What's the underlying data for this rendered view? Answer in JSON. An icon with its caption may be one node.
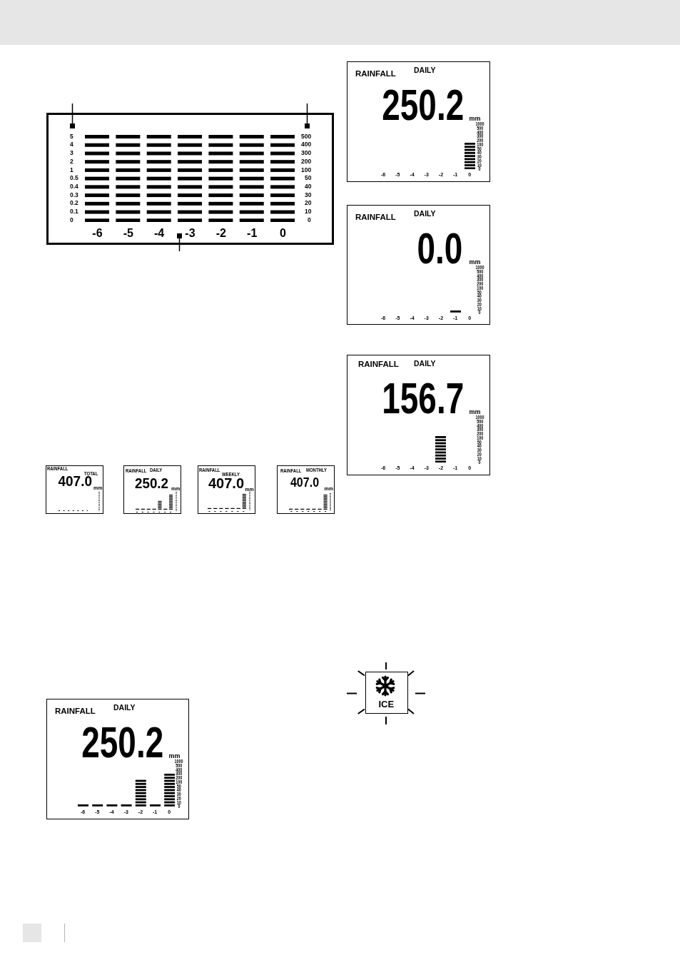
{
  "diagram": {
    "nodes": [
      {
        "text": [
          "5",
          "4",
          "3",
          "2",
          "1",
          "0.5",
          "0.4",
          "0.3",
          "0.2",
          "0.1",
          "0",
          "500",
          "400",
          "300",
          "200",
          "100",
          "50",
          "40",
          "30",
          "20",
          "10",
          "0",
          "-6",
          "-5",
          "-4",
          "-3",
          "-2",
          "-1",
          "0"
        ]
      },
      {
        "text": [],
        "shape": "box",
        "in": 0
      },
      {
        "text": [],
        "shape": "box",
        "in": 0
      },
      {
        "text": [],
        "shape": "box",
        "in": 0
      },
      {
        "text": [
          "RAINFALL",
          "TOTAL",
          "407.0",
          "mm"
        ]
      },
      {
        "text": [
          "RAINFALL",
          "DAILY",
          "250.2",
          "mm"
        ]
      },
      {
        "text": [
          "RAINFALL",
          "WEEKLY",
          "407.0",
          "mm"
        ]
      },
      {
        "text": [
          "RAINFALL",
          "MONTHLY",
          "407.0",
          "mm"
        ]
      },
      {
        "text": [
          "RAINFALL",
          "DAILY",
          "250.2",
          "mm",
          "1000",
          "500",
          "400",
          "300",
          "200",
          "100",
          "50",
          "40",
          "30",
          "20",
          "10",
          "0",
          "-6",
          "-5",
          "-4",
          "-3",
          "-2",
          "-1",
          "0"
        ]
      },
      {
        "text": [
          "RAINFALL",
          "DAILY",
          "250.2",
          "mm",
          "1000",
          "500",
          "400",
          "300",
          "200",
          "100",
          "50",
          "40",
          "30",
          "20",
          "10",
          "0",
          "-6",
          "-5",
          "-4",
          "-3",
          "-2",
          "-1",
          "0"
        ]
      },
      {
        "text": [
          "RAINFALL",
          "DAILY",
          "0.0",
          "mm",
          "1000",
          "500",
          "400",
          "300",
          "200",
          "100",
          "50",
          "40",
          "30",
          "20",
          "10",
          "0",
          "-6",
          "-5",
          "-4",
          "-3",
          "-2",
          "-1",
          "0"
        ]
      },
      {
        "text": [
          "RAINFALL",
          "DAILY",
          "156.7",
          "mm",
          "1000",
          "500",
          "400",
          "300",
          "200",
          "100",
          "50",
          "40",
          "30",
          "20",
          "10",
          "0",
          "-6",
          "-5",
          "-4",
          "-3",
          "-2",
          "-1",
          "0"
        ]
      },
      {
        "text": [
          "ICE"
        ]
      }
    ],
    "edges": [
      {
        "from": null,
        "to": 1,
        "arrow": "none"
      },
      {
        "from": null,
        "to": 2,
        "arrow": "none"
      },
      {
        "from": null,
        "to": 3,
        "arrow": "none"
      }
    ]
  }
}
